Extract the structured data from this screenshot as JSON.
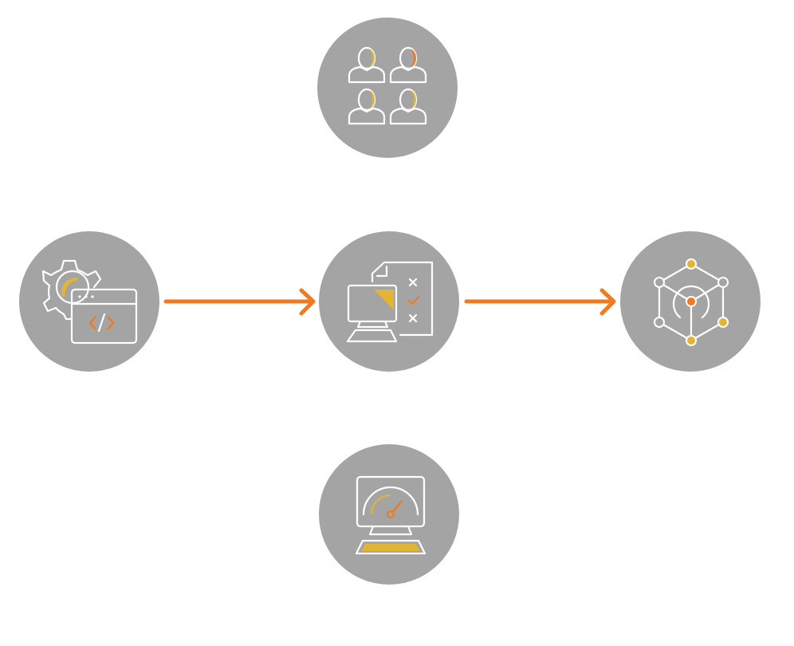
{
  "colors": {
    "node_fill": "#a3a4a3",
    "arrow": "#f07a22",
    "accent_orange": "#f07a22",
    "accent_yellow": "#e2b534",
    "line": "#ffffff"
  },
  "nodes": [
    {
      "id": "team",
      "icon": "team-people-icon"
    },
    {
      "id": "development",
      "icon": "gear-code-window-icon"
    },
    {
      "id": "testing",
      "icon": "computer-checklist-icon"
    },
    {
      "id": "network",
      "icon": "network-cube-icon"
    },
    {
      "id": "performance",
      "icon": "performance-dashboard-icon"
    }
  ],
  "edges": [
    {
      "from": "development",
      "to": "testing"
    },
    {
      "from": "testing",
      "to": "network"
    }
  ]
}
